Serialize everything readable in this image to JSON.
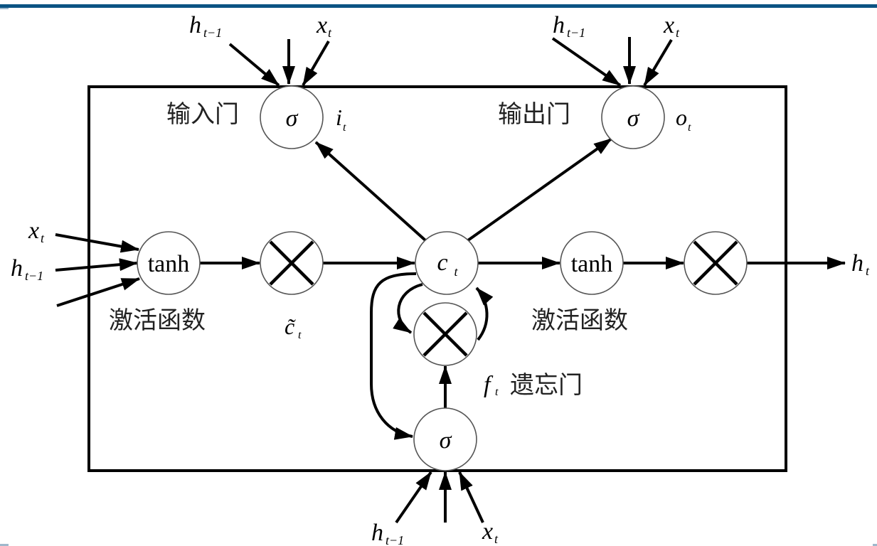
{
  "diagram": {
    "title": "LSTM cell structure",
    "colors": {
      "top_bar": "#0b5383",
      "stroke": "#000000",
      "node_border": "#555555"
    },
    "nodes": {
      "input_gate": {
        "symbol": "σ",
        "label": "输入门",
        "output": "i",
        "output_sub": "t"
      },
      "output_gate": {
        "symbol": "σ",
        "label": "输出门",
        "output": "o",
        "output_sub": "t"
      },
      "input_tanh": {
        "symbol": "tanh",
        "label": "激活函数"
      },
      "candidate_mult": {
        "symbol": "×",
        "label": "c̃",
        "label_sub": "t"
      },
      "cell_state": {
        "symbol": "c",
        "symbol_sub": "t"
      },
      "output_tanh": {
        "symbol": "tanh",
        "label": "激活函数"
      },
      "output_mult": {
        "symbol": "×"
      },
      "forget_mult": {
        "symbol": "×"
      },
      "forget_gate": {
        "symbol": "σ",
        "label": "遗忘门",
        "output": "f",
        "output_sub": "t"
      }
    },
    "inputs": {
      "h_prev": {
        "base": "h",
        "sub": "t−1"
      },
      "x": {
        "base": "x",
        "sub": "t"
      }
    },
    "output": {
      "base": "h",
      "sub": "t"
    }
  }
}
